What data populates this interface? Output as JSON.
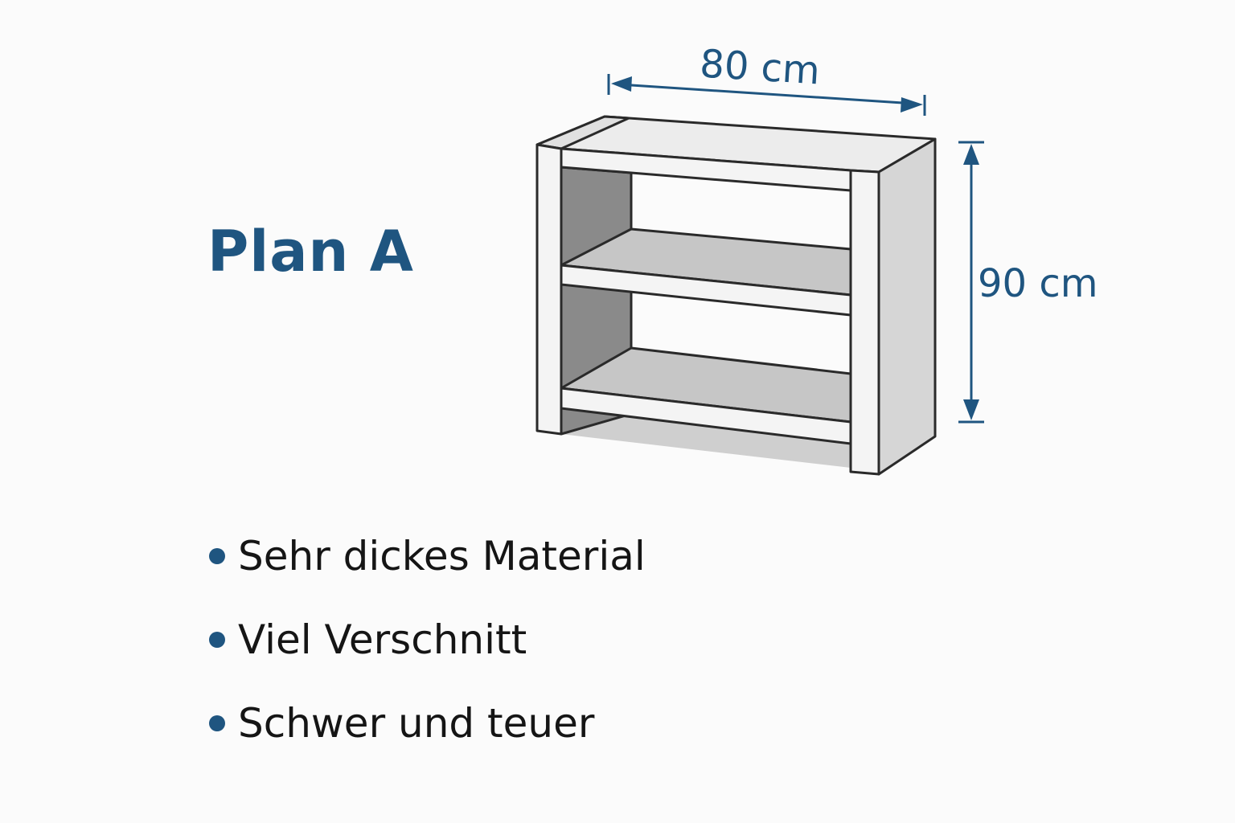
{
  "title": "Plan A",
  "dimensions": {
    "width": "80 cm",
    "height": "90 cm"
  },
  "bullets": [
    "Sehr dickes Material",
    "Viel Verschnitt",
    "Schwer und teuer"
  ],
  "colors": {
    "accent": "#1f5580",
    "outline": "#2a2a2a"
  }
}
